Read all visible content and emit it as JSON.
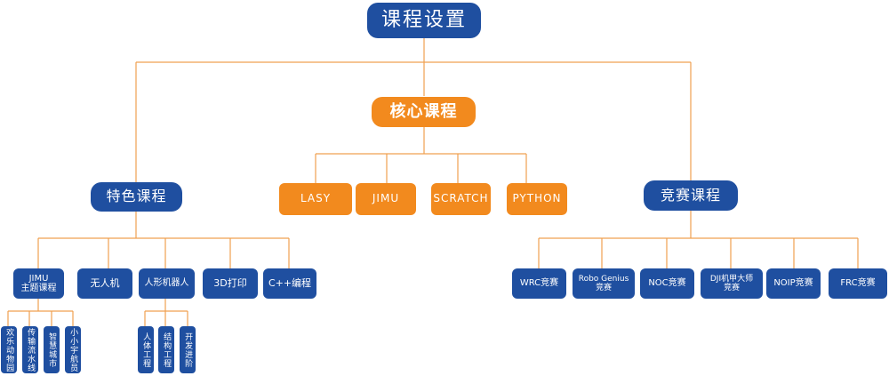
{
  "root": "课程设置",
  "core": {
    "label": "核心课程",
    "items": [
      "LASY",
      "JIMU",
      "SCRATCH",
      "PYTHON"
    ]
  },
  "featured": {
    "label": "特色课程",
    "items": [
      "JIMU\n主题课程",
      "无人机",
      "人形机器人",
      "3D打印",
      "C++编程"
    ],
    "jimu_sub": [
      "欢乐动物园",
      "传输流水线",
      "智慧城市",
      "小小宇航员"
    ],
    "humanoid_sub": [
      "人体工程",
      "结构工程",
      "开发进阶"
    ]
  },
  "competition": {
    "label": "竞赛课程",
    "items": [
      "WRC竞赛",
      "Robo Genius\n竞赛",
      "NOC竞赛",
      "DJI机甲大师\n竞赛",
      "NOIP竞赛",
      "FRC竞赛"
    ]
  },
  "colors": {
    "blue": "#1f4fa0",
    "orange": "#f28a1e",
    "connector": "#f0a050"
  }
}
